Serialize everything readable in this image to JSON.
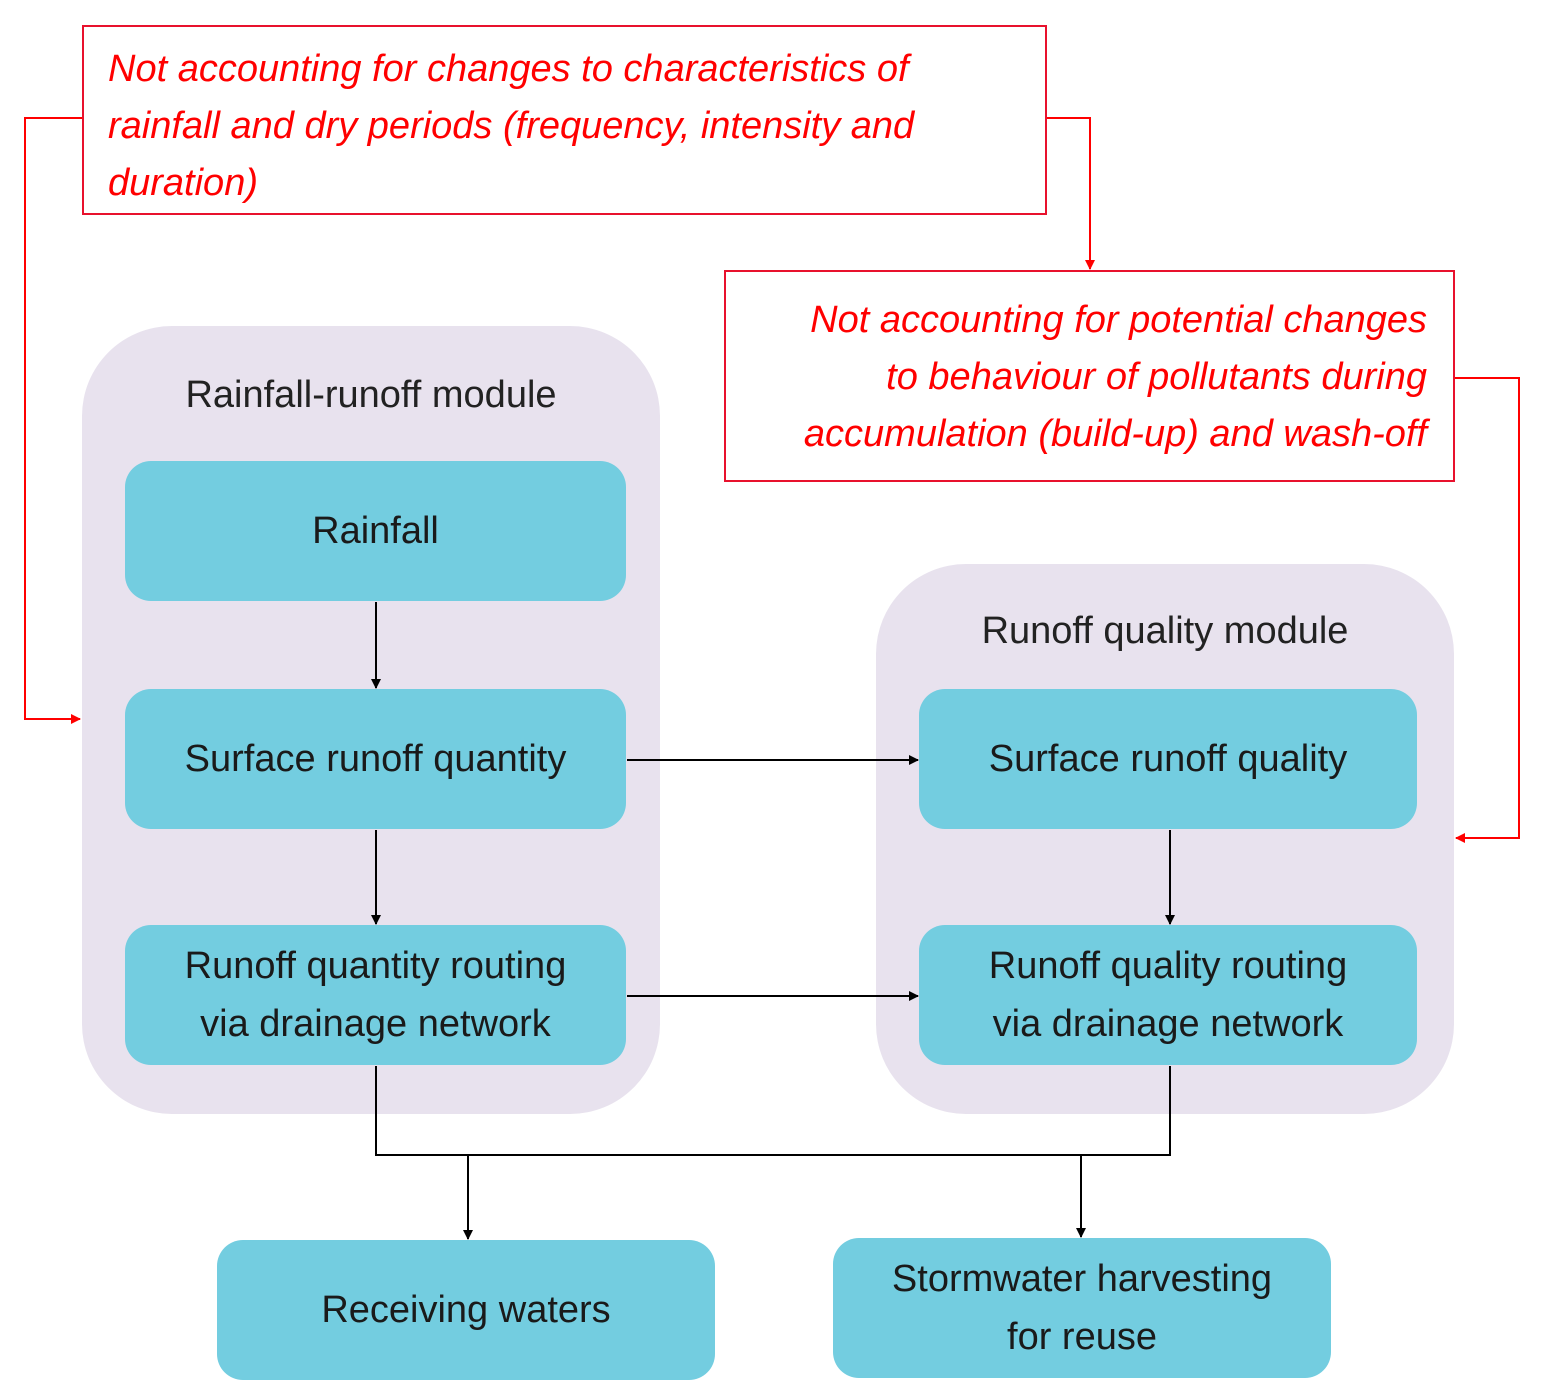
{
  "colors": {
    "module_fill": "#e8e2ee",
    "box_fill": "#73cde0",
    "note_border": "#e8112d",
    "note_text": "#ff0000",
    "connector_black": "#000000",
    "connector_red": "#ff0000"
  },
  "notes": {
    "rainfall": "Not accounting for changes to characteristics of\nrainfall and dry periods (frequency, intensity and\nduration)",
    "pollutants": "Not accounting for potential changes\nto behaviour of pollutants during\naccumulation (build-up) and wash-off"
  },
  "modules": {
    "rainfall_runoff": {
      "title": "Rainfall-runoff module",
      "rainfall": "Rainfall",
      "surface_quantity": "Surface runoff quantity",
      "quantity_routing": "Runoff quantity routing\nvia drainage network"
    },
    "runoff_quality": {
      "title": "Runoff quality module",
      "surface_quality": "Surface runoff quality",
      "quality_routing": "Runoff quality routing\nvia drainage network"
    }
  },
  "outputs": {
    "receiving_waters": "Receiving waters",
    "stormwater_harvesting": "Stormwater harvesting\nfor reuse"
  }
}
